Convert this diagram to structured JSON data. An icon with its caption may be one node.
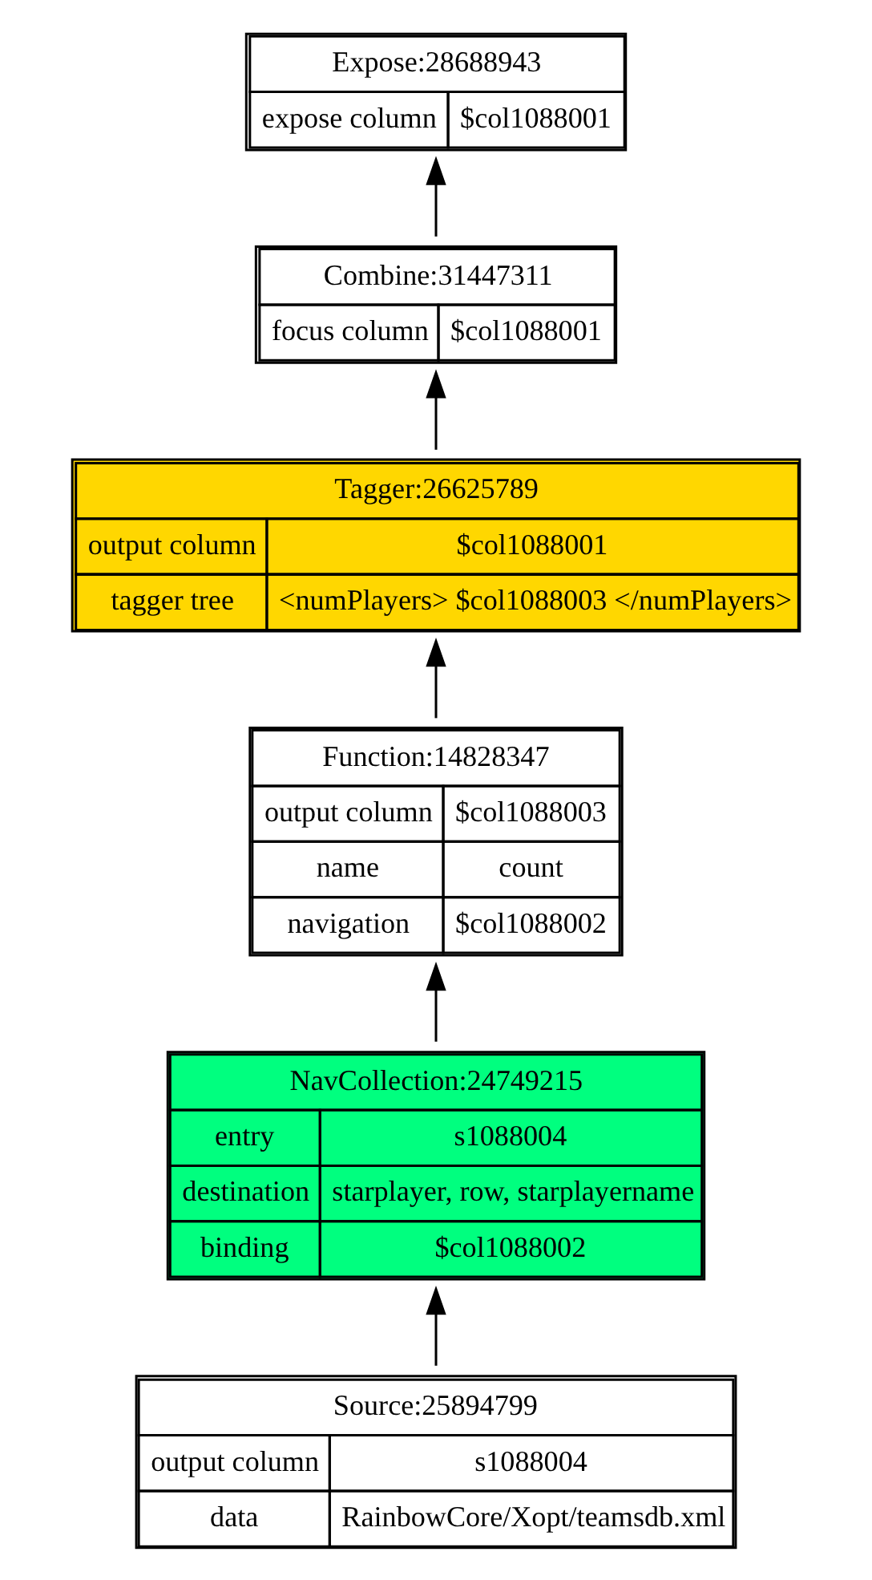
{
  "diagram": {
    "nodes": [
      {
        "text": [
          "Expose:28688943",
          "expose column",
          "$col1088001"
        ]
      },
      {
        "text": [
          "Combine:31447311",
          "focus column",
          "$col1088001"
        ]
      },
      {
        "text": [
          "Tagger:26625789",
          "output column",
          "$col1088001",
          "tagger tree",
          "<numPlayers> $col1088003 </numPlayers>"
        ]
      },
      {
        "text": [
          "Function:14828347",
          "output column",
          "$col1088003",
          "name",
          "count",
          "navigation",
          "$col1088002"
        ]
      },
      {
        "text": [
          "NavCollection:24749215",
          "entry",
          "s1088004",
          "destination",
          "starplayer, row, starplayername",
          "binding",
          "$col1088002"
        ]
      },
      {
        "text": [
          "Source:25894799",
          "output column",
          "s1088004",
          "data",
          "RainbowCore/Xopt/teamsdb.xml"
        ]
      }
    ],
    "edges": [
      {
        "from": 5,
        "to": 4,
        "arrow": "to"
      },
      {
        "from": 4,
        "to": 3,
        "arrow": "to"
      },
      {
        "from": 3,
        "to": 2,
        "arrow": "to"
      },
      {
        "from": 2,
        "to": 1,
        "arrow": "to"
      },
      {
        "from": 1,
        "to": 0,
        "arrow": "to"
      }
    ]
  }
}
